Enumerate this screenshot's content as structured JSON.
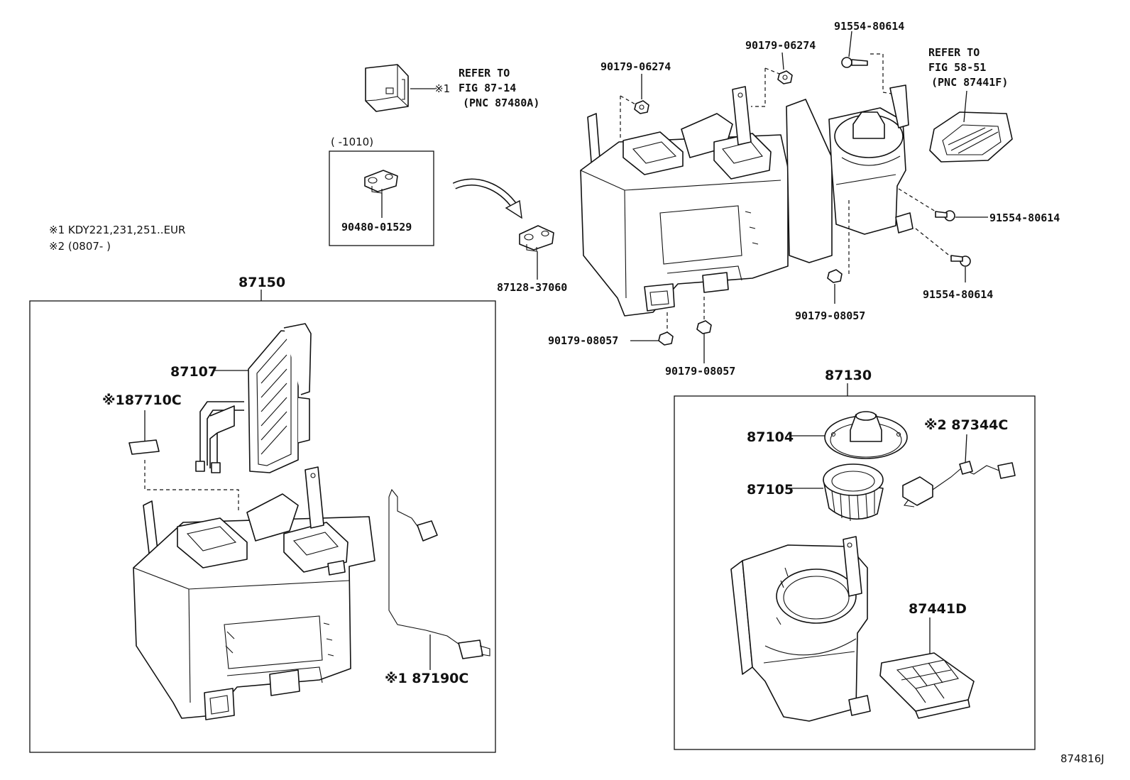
{
  "notes": {
    "n1": "※1 KDY221,231,251..EUR",
    "n2": "※2 (0807-        )"
  },
  "refer1": {
    "l1": "REFER TO",
    "l2": "FIG 87-14",
    "l3": "(PNC 87480A)",
    "mark": "※1"
  },
  "refer2": {
    "l1": "REFER TO",
    "l2": "FIG 58-51",
    "l3": "(PNC 87441F)"
  },
  "inset": {
    "range": "(    -1010)",
    "part": "90480-01529"
  },
  "parts": {
    "p1": "90179-06274",
    "p2": "90179-06274",
    "p3": "91554-80614",
    "p4": "91554-80614",
    "p5": "91554-80614",
    "p6": "90179-08057",
    "p7": "90179-08057",
    "p8": "90179-08057",
    "p9": "87128-37060"
  },
  "assy1": {
    "label": "87150",
    "p_87107": "87107",
    "p_87710": "※187710C",
    "p_87190": "※1 87190C"
  },
  "assy2": {
    "label": "87130",
    "p_87104": "87104",
    "p_87105": "87105",
    "p_87344": "※2 87344C",
    "p_87441": "87441D"
  },
  "figure_id": "874816J"
}
